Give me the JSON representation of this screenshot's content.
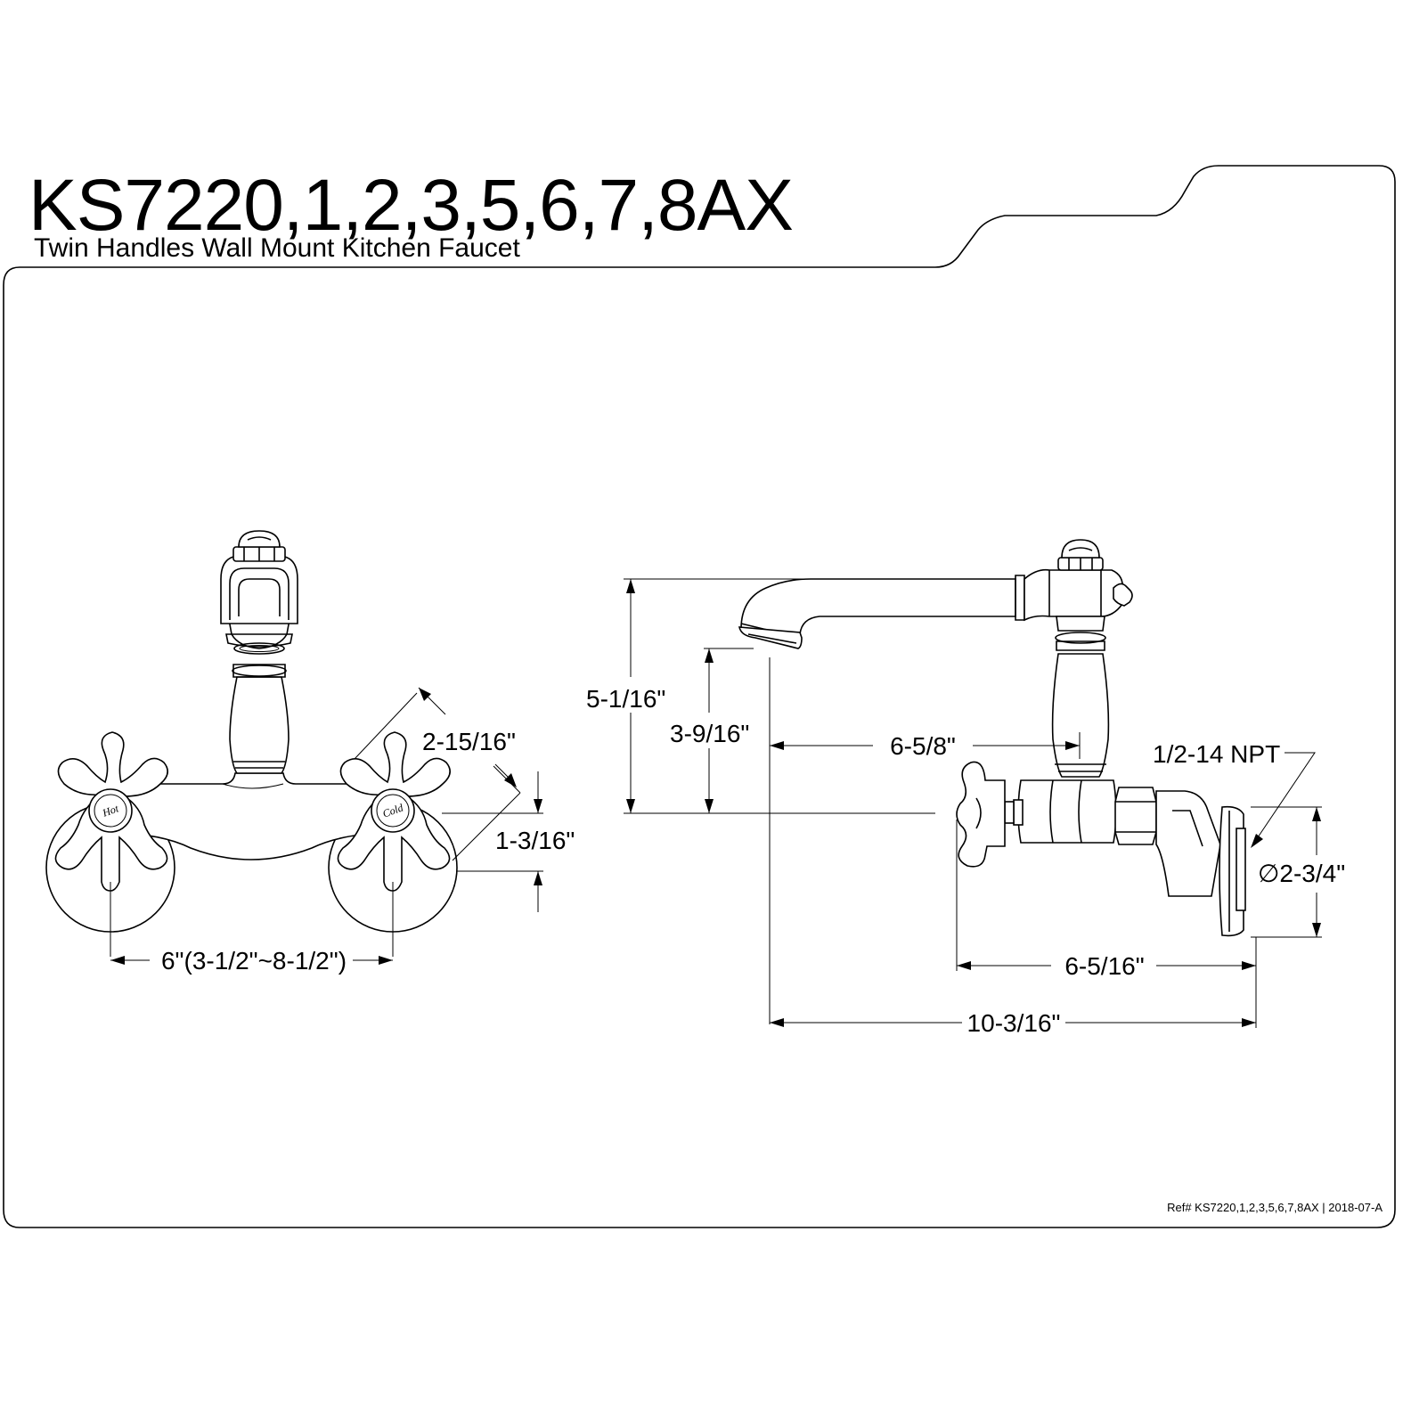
{
  "header": {
    "title": "KS7220,1,2,3,5,6,7,8AX",
    "subtitle": "Twin Handles Wall Mount Kitchen Faucet"
  },
  "front_view": {
    "handle_hot_label": "Hot",
    "handle_cold_label": "Cold",
    "dim_handle_diagonal": "2-15/16\"",
    "dim_flange_height": "1-3/16\"",
    "dim_center_spread": "6\"(3-1/2\"~8-1/2\")"
  },
  "side_view": {
    "dim_overall_height": "5-1/16\"",
    "dim_spout_height": "3-9/16\"",
    "dim_spout_reach": "6-5/8\"",
    "dim_thread": "1/2-14 NPT",
    "dim_flange_diameter": "∅2-3/4\"",
    "dim_body_depth": "6-5/16\"",
    "dim_overall_depth": "10-3/16\""
  },
  "footer": {
    "reference": "Ref# KS7220,1,2,3,5,6,7,8AX | 2018-07-A"
  }
}
